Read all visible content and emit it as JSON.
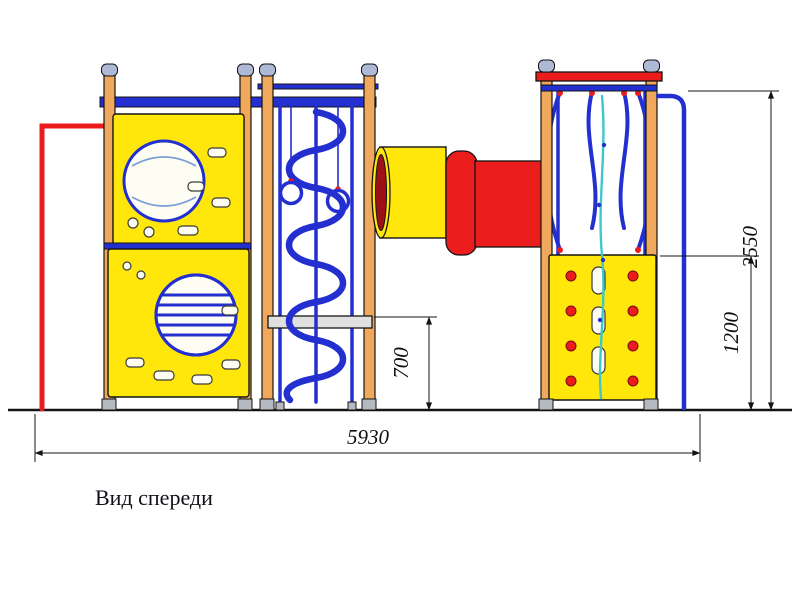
{
  "title": "Вид спереди",
  "dimensions": {
    "overall_width": "5930",
    "overall_height": "2550",
    "climb_wall_height": "1200",
    "platform_height": "700"
  },
  "colors": {
    "yellow": "#ffe70c",
    "blue": "#2330cf",
    "red": "#ea1c1c",
    "dark-red": "#9b1116",
    "wood": "#f0a95c",
    "cyan": "#3fc8cc"
  }
}
